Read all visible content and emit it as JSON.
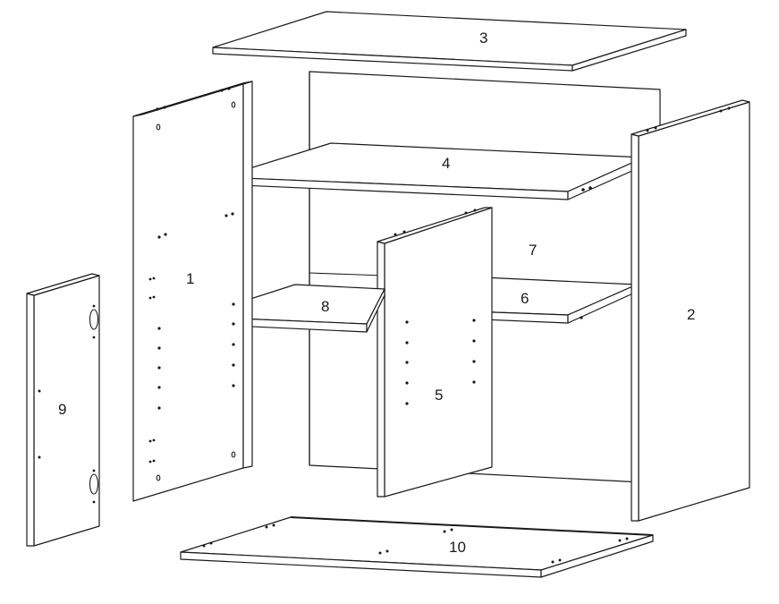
{
  "diagram": {
    "parts": [
      {
        "id": "1",
        "label": "1"
      },
      {
        "id": "2",
        "label": "2"
      },
      {
        "id": "3",
        "label": "3"
      },
      {
        "id": "4",
        "label": "4"
      },
      {
        "id": "5",
        "label": "5"
      },
      {
        "id": "6",
        "label": "6"
      },
      {
        "id": "7",
        "label": "7"
      },
      {
        "id": "8",
        "label": "8"
      },
      {
        "id": "9",
        "label": "9"
      },
      {
        "id": "10",
        "label": "10"
      }
    ],
    "colors": {
      "line": "#1a1a1a",
      "fill": "#ffffff"
    }
  }
}
